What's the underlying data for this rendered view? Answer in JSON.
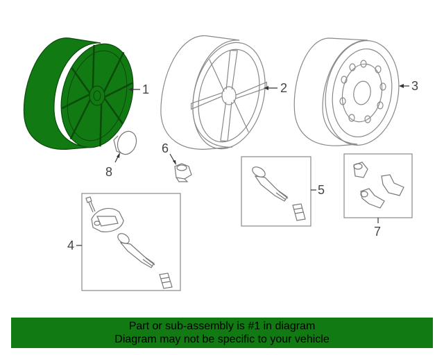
{
  "diagram": {
    "callouts": {
      "c1": "1",
      "c2": "2",
      "c3": "3",
      "c4": "4",
      "c5": "5",
      "c6": "6",
      "c7": "7",
      "c8": "8"
    },
    "highlight_color": "#127a12",
    "line_color": "#666666"
  },
  "footer": {
    "line1": "Part or sub-assembly is #1 in diagram",
    "line2": "Diagram may not be specific to your vehicle"
  }
}
